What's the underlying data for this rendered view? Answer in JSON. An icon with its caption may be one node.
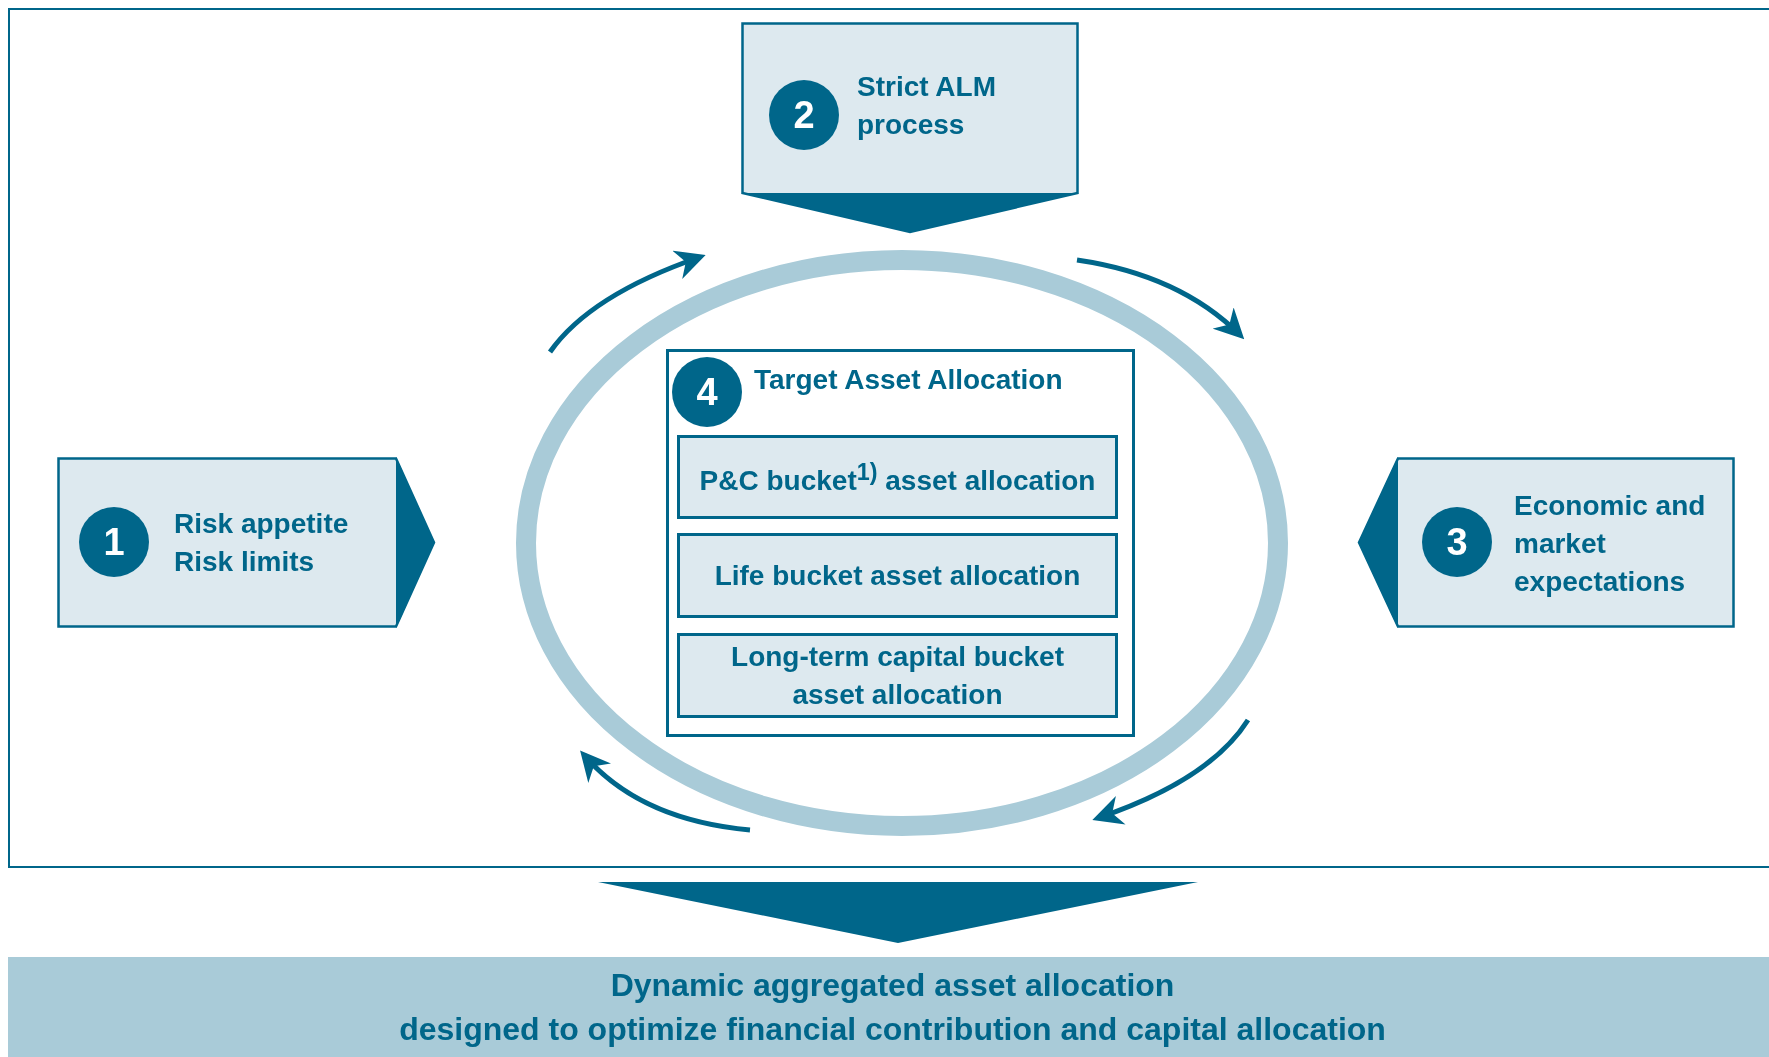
{
  "diagram": {
    "nodes": [
      {
        "text": [
          "1",
          "Risk appetite Risk limits"
        ]
      },
      {
        "text": [
          "2",
          "Strict ALM process"
        ]
      },
      {
        "text": [
          "3",
          "Economic and market expectations"
        ]
      },
      {
        "text": [
          "4",
          "Target Asset Allocation"
        ]
      },
      {
        "text": [
          "P&C bucket$^{1)}$ asset allocation"
        ],
        "in": 3
      },
      {
        "text": [
          "Life bucket asset allocation"
        ],
        "in": 3
      },
      {
        "text": [
          "Long-term capital bucket asset allocation"
        ],
        "in": 3
      },
      {
        "text": [
          "Dynamic aggregated asset allocation",
          "designed to optimize financial contribution and capital allocation"
        ]
      }
    ],
    "edges": [
      {
        "from": null,
        "to": 7,
        "arrow": "to",
        "style": "thick"
      }
    ]
  }
}
